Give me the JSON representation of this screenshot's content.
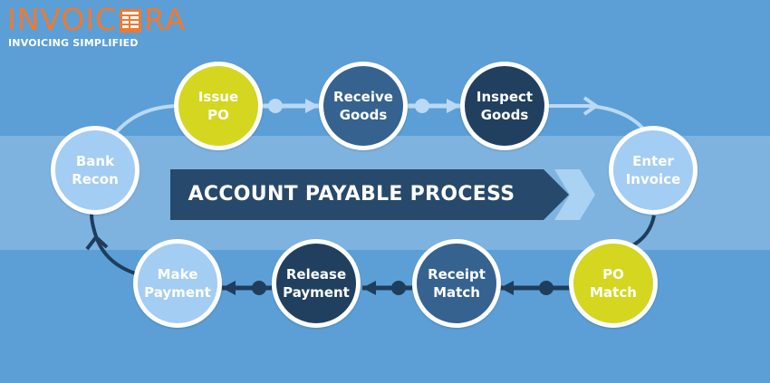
{
  "logo": {
    "word_left": "INVOIC",
    "word_right": "RA",
    "tagline": "INVOICING SIMPLIFIED"
  },
  "title": "ACCOUNT PAYABLE PROCESS",
  "steps": [
    {
      "label": "Issue\nPO",
      "color": "#d4d620"
    },
    {
      "label": "Receive\nGoods",
      "color": "#36628f"
    },
    {
      "label": "Inspect\nGoods",
      "color": "#21405f"
    },
    {
      "label": "Enter\nInvoice",
      "color": "#a3cdf2"
    },
    {
      "label": "PO\nMatch",
      "color": "#d4d620"
    },
    {
      "label": "Receipt\nMatch",
      "color": "#36628f"
    },
    {
      "label": "Release\nPayment",
      "color": "#21405f"
    },
    {
      "label": "Make\nPayment",
      "color": "#a3cdf2"
    },
    {
      "label": "Bank\nRecon",
      "color": "#a3cdf2"
    }
  ],
  "colors": {
    "background": "#5b9fd6",
    "band": "#7eb3e0",
    "logo_orange": "#f0792f",
    "arrow_light": "#b9d9f4",
    "arrow_dark": "#1f3d5c",
    "banner": "#27496b"
  }
}
